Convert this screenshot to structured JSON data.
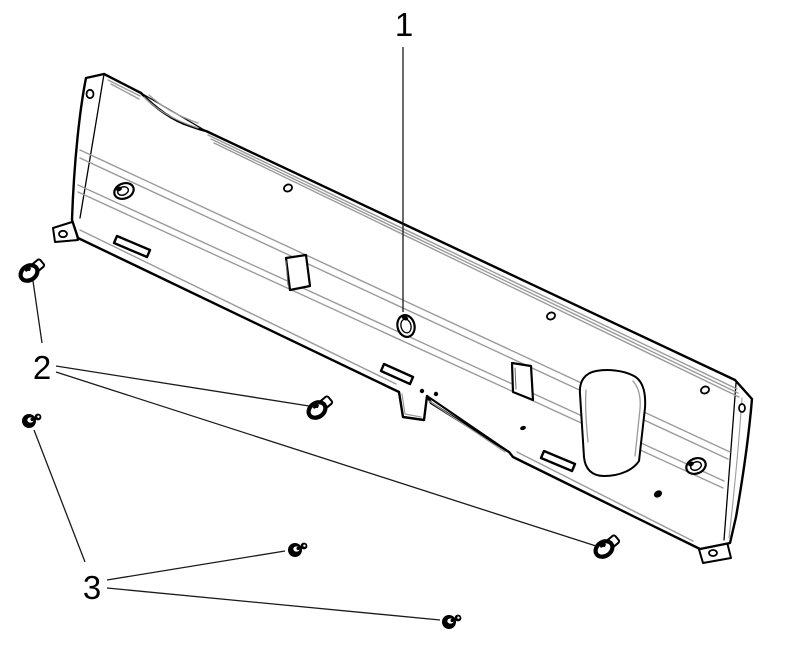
{
  "diagram": {
    "type": "exploded-parts-illustration",
    "background_color": "#ffffff",
    "outline_color": "#000000",
    "detail_line_color": "#9b9b9b",
    "label_color": "#000000",
    "callouts": [
      {
        "label": "1",
        "leader_lines": 1
      },
      {
        "label": "2",
        "leader_lines": 3
      },
      {
        "label": "3",
        "leader_lines": 3
      }
    ],
    "fastener_counts": {
      "screws": 3,
      "clips": 3
    }
  }
}
